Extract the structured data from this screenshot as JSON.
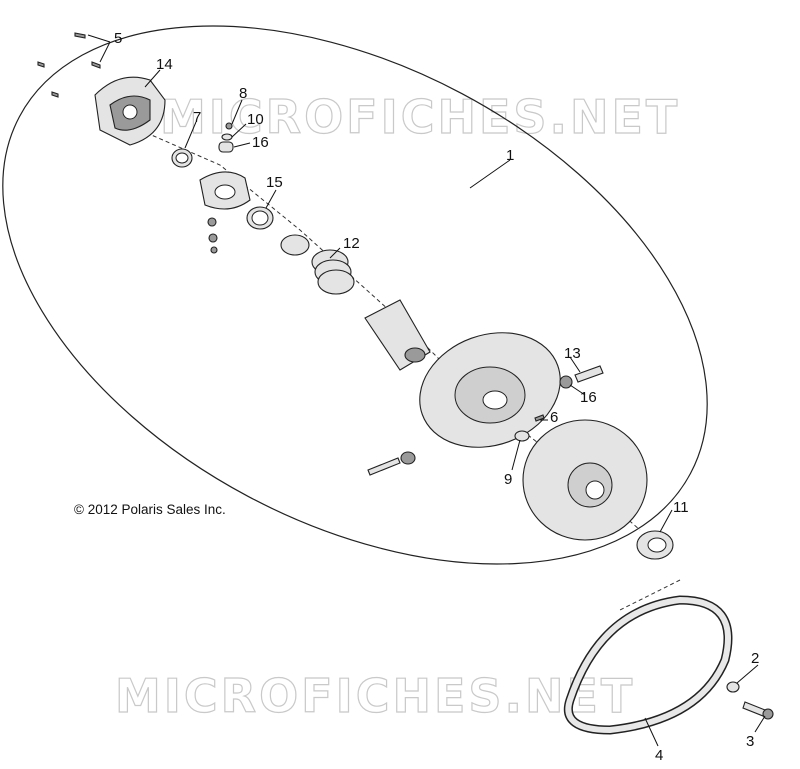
{
  "copyright": "© 2012 Polaris Sales Inc.",
  "watermarks": [
    "MICROFICHES.NET",
    "MICROFICHES.NET"
  ],
  "callouts": {
    "c1": "1",
    "c2": "2",
    "c3": "3",
    "c4": "4",
    "c5": "5",
    "c6": "6",
    "c7": "7",
    "c8": "8",
    "c9": "9",
    "c10": "10",
    "c11": "11",
    "c12": "12",
    "c13": "13",
    "c14": "14",
    "c15": "15",
    "c16a": "16",
    "c16b": "16"
  }
}
